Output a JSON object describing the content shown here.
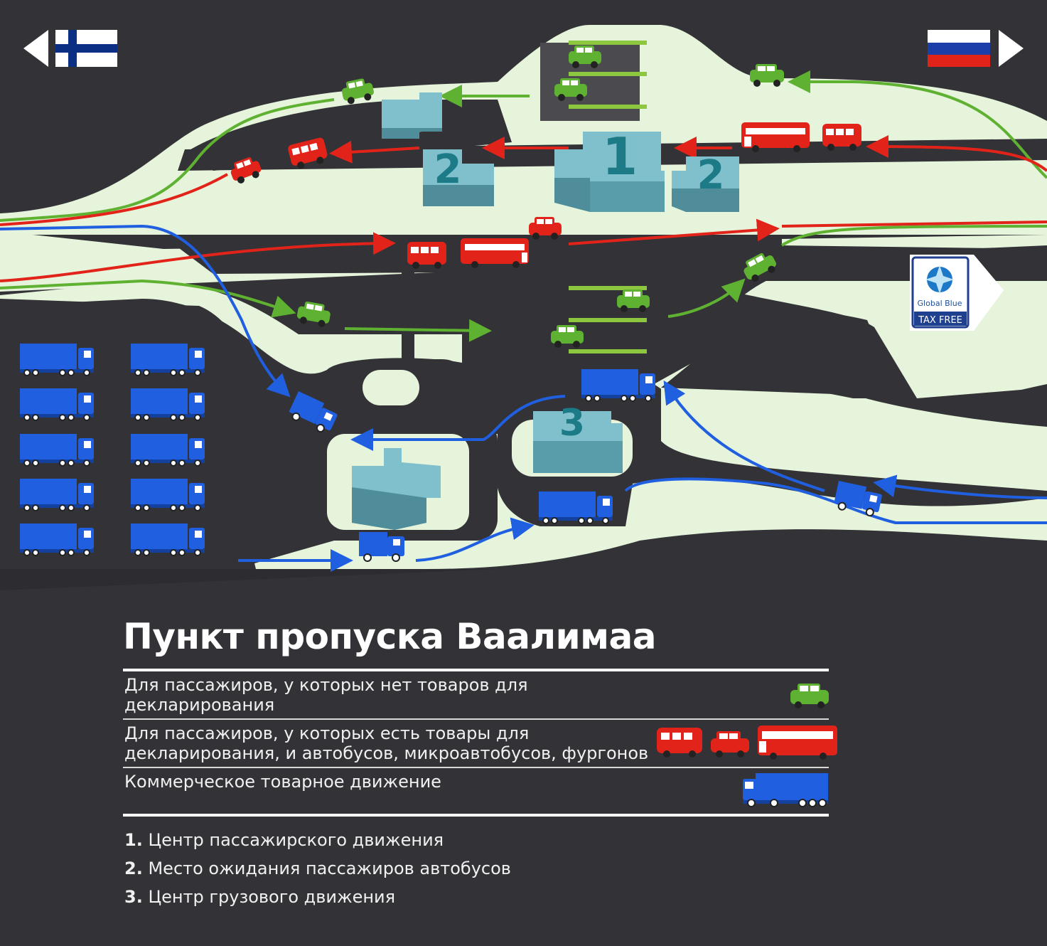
{
  "title": "Пункт пропуска Ваалимаа",
  "legend": [
    {
      "text": "Для пассажиров, у которых нет товаров для декларирования",
      "color": "#5fb131",
      "icons": [
        "car-icon"
      ]
    },
    {
      "text": "Для пассажиров, у которых есть товары для декларирования, и автобусов, микроавтобусов, фургонов",
      "color": "#e2231a",
      "icons": [
        "van-icon",
        "car-icon",
        "bus-icon"
      ]
    },
    {
      "text": "Коммерческое товарное движение",
      "color": "#1f5fe0",
      "icons": [
        "truck-icon"
      ]
    }
  ],
  "numbered": [
    {
      "num": "1.",
      "text": "Центр пассажирского движения"
    },
    {
      "num": "2.",
      "text": "Место ожидания пассажиров автобусов"
    },
    {
      "num": "3.",
      "text": "Центр грузового движения"
    }
  ],
  "map": {
    "building_labels": [
      "1",
      "2",
      "2",
      "3"
    ],
    "tax_free": {
      "line1": "Global Blue",
      "line2": "TAX FREE"
    },
    "flags": {
      "left": "finland-flag",
      "right": "russia-flag"
    },
    "colors": {
      "green": "#5fb131",
      "red": "#e2231a",
      "blue": "#1f5fe0",
      "road": "#333236",
      "ground": "#e6f4dc",
      "building": "#7fc0cc"
    }
  }
}
